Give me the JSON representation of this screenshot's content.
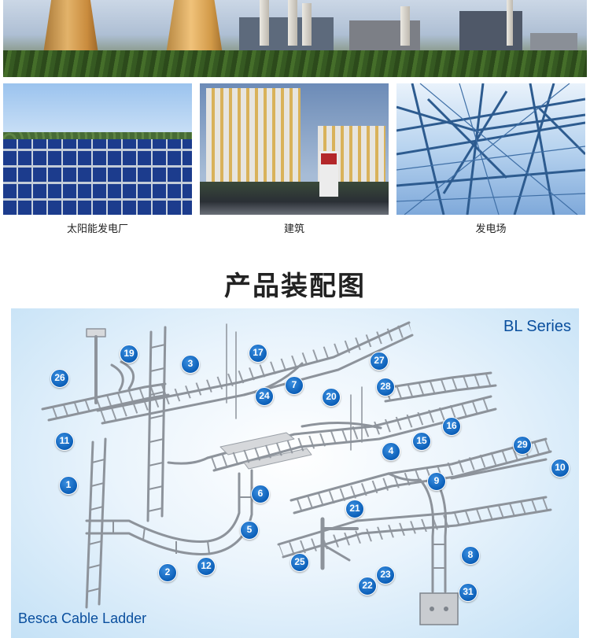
{
  "photos": [
    {
      "caption": "太阳能发电厂"
    },
    {
      "caption": "建筑"
    },
    {
      "caption": "发电场"
    }
  ],
  "section_title": "产品装配图",
  "diagram": {
    "series_label": "BL Series",
    "brand_label": "Besca Cable Ladder",
    "part_numbers": [
      "19",
      "17",
      "3",
      "27",
      "26",
      "24",
      "7",
      "28",
      "20",
      "11",
      "15",
      "16",
      "4",
      "29",
      "10",
      "1",
      "9",
      "6",
      "21",
      "5",
      "8",
      "25",
      "23",
      "2",
      "12",
      "22",
      "31"
    ]
  }
}
